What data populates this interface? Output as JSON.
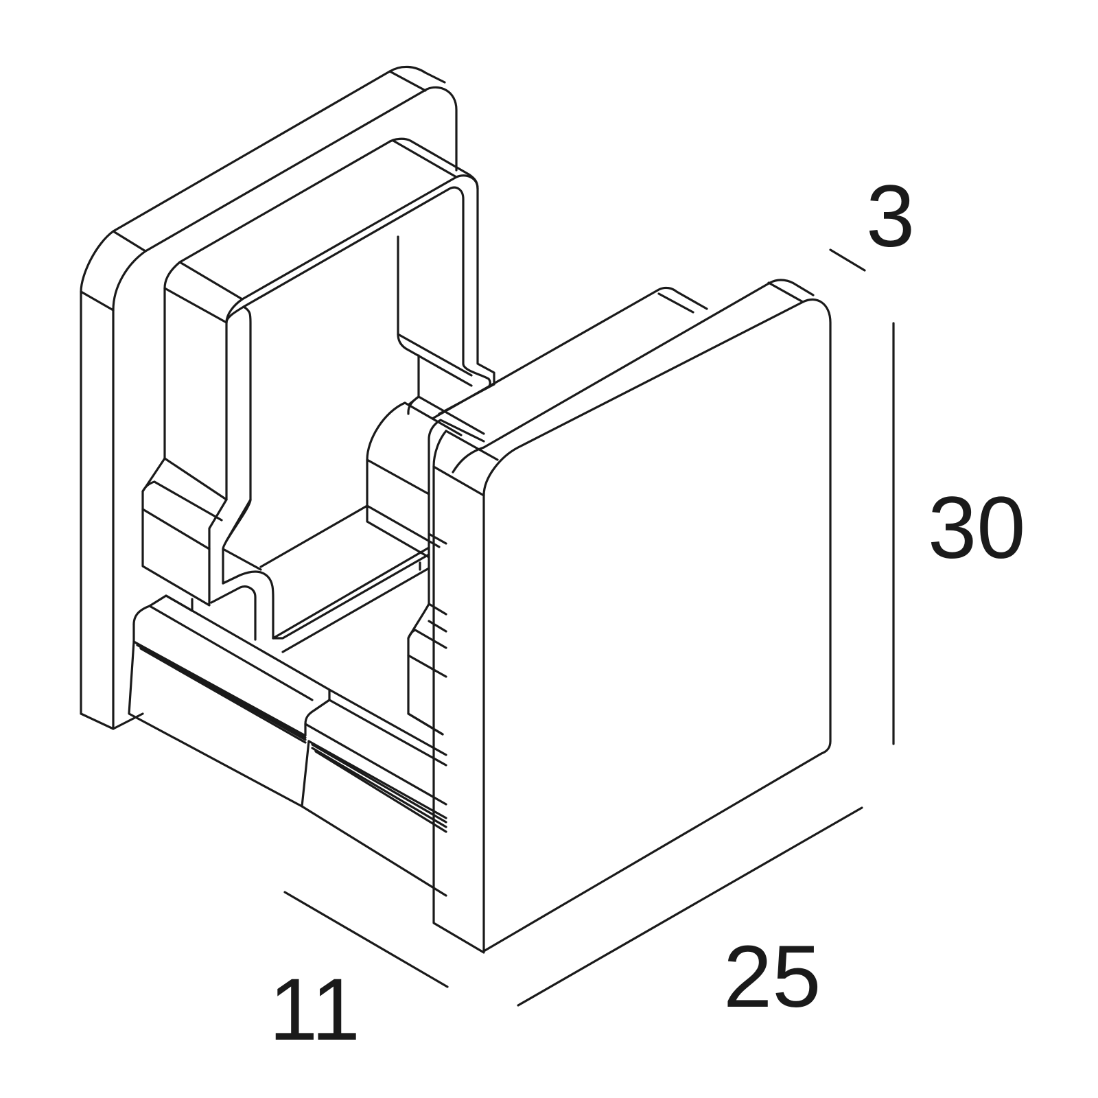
{
  "diagram": {
    "dimensions": {
      "depth_small": "3",
      "height": "30",
      "length": "25",
      "width": "11"
    }
  },
  "colors": {
    "stroke": "#1a1a1a",
    "background": "#ffffff"
  }
}
